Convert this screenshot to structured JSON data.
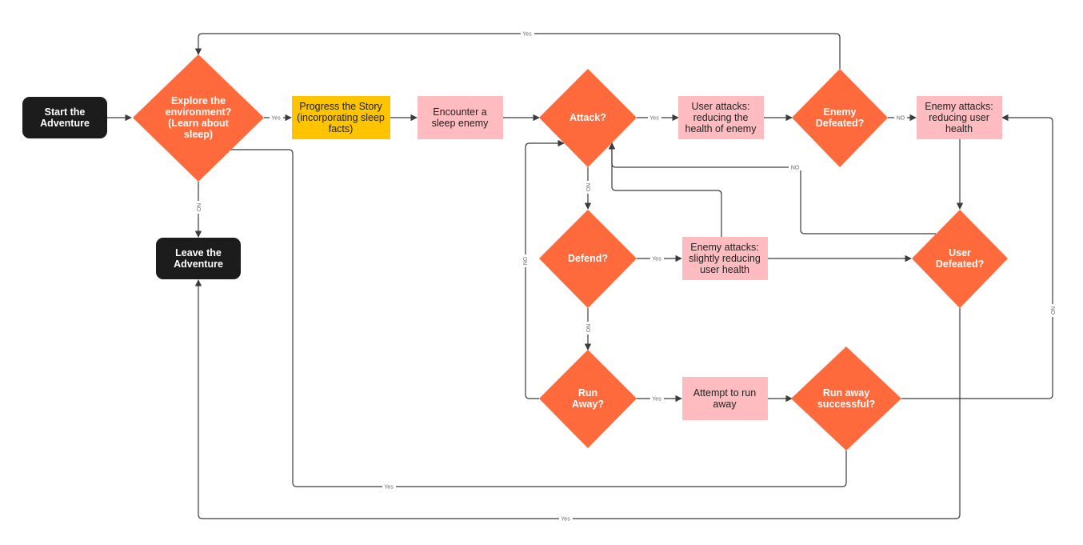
{
  "colors": {
    "terminal": "#1c1c1c",
    "decision": "#ff6a3d",
    "story": "#ffc400",
    "action": "#ffbcc0",
    "edge": "#3b3b3b",
    "edge_label": "#6a6a6a"
  },
  "nodes": {
    "start": [
      "Start the",
      "Adventure"
    ],
    "leave": [
      "Leave the",
      "Adventure"
    ],
    "explore": [
      "Explore the",
      "environment?",
      "(Learn about",
      "sleep)"
    ],
    "progress": [
      "Progress the Story",
      "(incorporating sleep",
      "facts)"
    ],
    "encounter": [
      "Encounter a",
      "sleep enemy"
    ],
    "attack": [
      "Attack?"
    ],
    "user_attacks": [
      "User attacks:",
      "reducing the",
      "health of enemy"
    ],
    "enemy_defeated": [
      "Enemy",
      "Defeated?"
    ],
    "enemy_attacks": [
      "Enemy attacks:",
      "reducing user",
      "health"
    ],
    "defend": [
      "Defend?"
    ],
    "enemy_attacks_slight": [
      "Enemy attacks:",
      "slightly reducing",
      "user health"
    ],
    "user_defeated": [
      "User",
      "Defeated?"
    ],
    "run_away": [
      "Run",
      "Away?"
    ],
    "attempt_run": [
      "Attempt to run",
      "away"
    ],
    "run_success": [
      "Run away",
      "successful?"
    ]
  },
  "edge_labels": {
    "yes": "Yes",
    "no_caps": "NO",
    "no_rotated": "NO"
  }
}
